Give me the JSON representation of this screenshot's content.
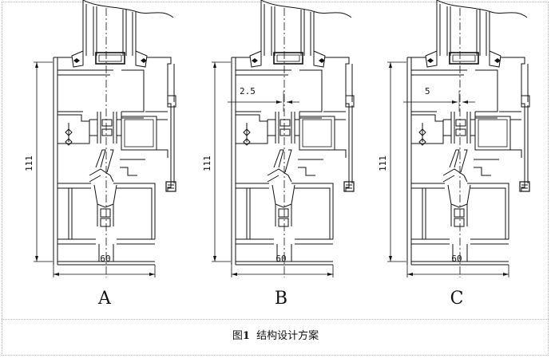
{
  "panels": [
    {
      "label": "A",
      "height_dim": "111",
      "width_dim": "60",
      "offset_dim": ""
    },
    {
      "label": "B",
      "height_dim": "111",
      "width_dim": "60",
      "offset_dim": "2.5"
    },
    {
      "label": "C",
      "height_dim": "111",
      "width_dim": "60",
      "offset_dim": "5"
    }
  ],
  "caption": {
    "prefix": "图",
    "number": "1",
    "title": "结构设计方案"
  }
}
